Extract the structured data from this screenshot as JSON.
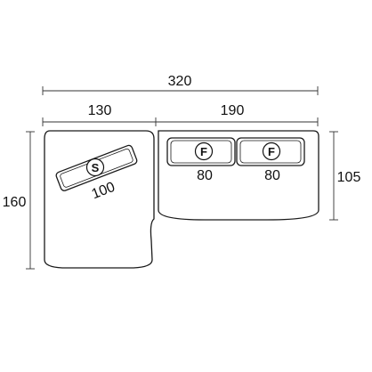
{
  "dimensions": {
    "overall_width": "320",
    "chaise_width": "130",
    "sofa_width": "190",
    "chaise_depth": "160",
    "sofa_depth": "105"
  },
  "backrest_cushion": {
    "badge": "S",
    "size": "100"
  },
  "seat_cushions": [
    {
      "badge": "F",
      "size": "80"
    },
    {
      "badge": "F",
      "size": "80"
    }
  ]
}
